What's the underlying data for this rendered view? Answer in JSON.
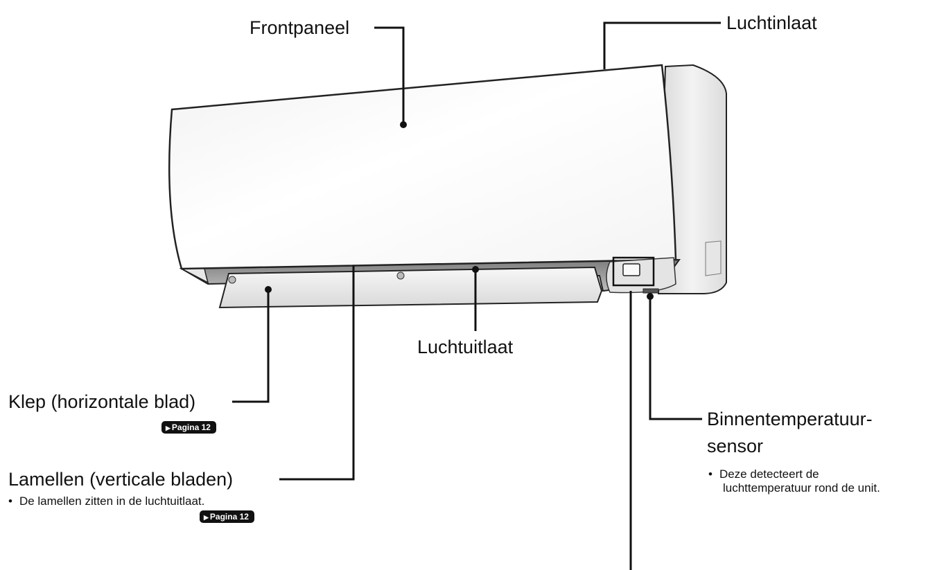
{
  "labels": {
    "front_panel": "Frontpaneel",
    "air_inlet": "Luchtinlaat",
    "air_outlet": "Luchtuitlaat",
    "flap": "Klep (horizontale blad)",
    "louvers": "Lamellen (verticale bladen)",
    "temp_sensor_line1": "Binnentemperatuur-",
    "temp_sensor_line2": "sensor"
  },
  "notes": {
    "louvers": "De lamellen zitten in de luchtuitlaat.",
    "temp_sensor_line1": "Deze detecteert de",
    "temp_sensor_line2": "luchttemperatuur rond de unit."
  },
  "references": {
    "flap_page": "Pagina 12",
    "louvers_page": "Pagina 12"
  },
  "bullet": "•",
  "colors": {
    "ink": "#111111",
    "unit_white": "#ffffff",
    "unit_shade": "#cfcfcf"
  }
}
